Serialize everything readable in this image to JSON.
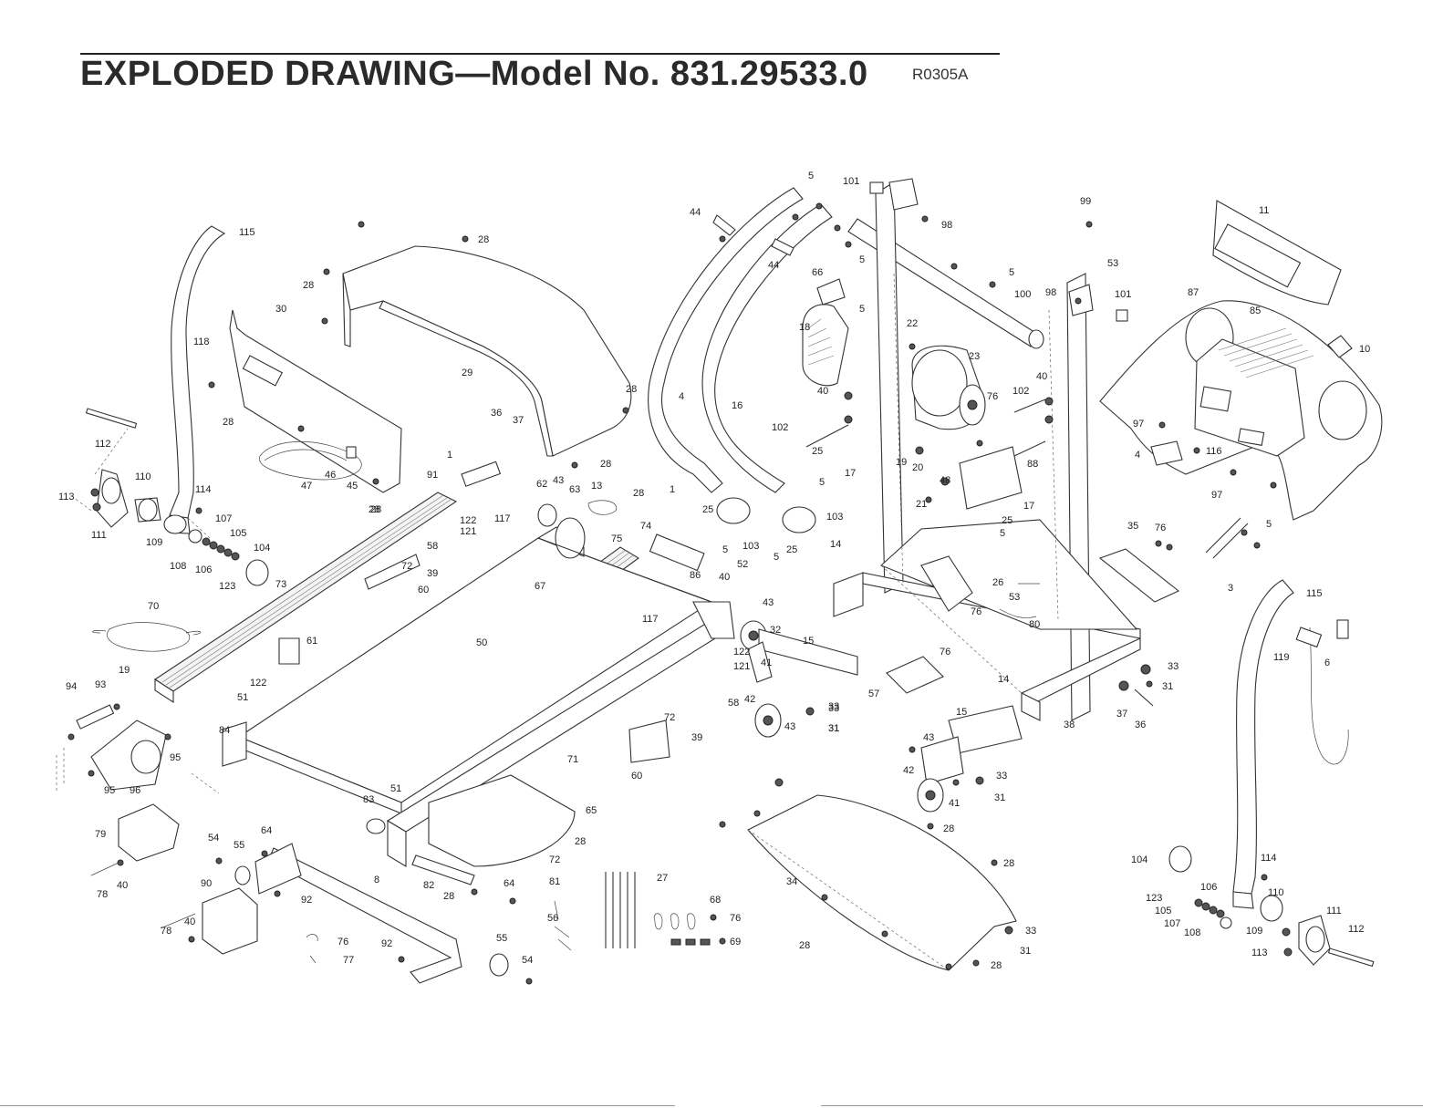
{
  "header": {
    "title": "EXPLODED DRAWING—Model No. 831.29533.0",
    "code": "R0305A"
  },
  "callouts": [
    {
      "id": "c115a",
      "label": "115"
    },
    {
      "id": "c118",
      "label": "118"
    },
    {
      "id": "c112a",
      "label": "112"
    },
    {
      "id": "c113a",
      "label": "113"
    },
    {
      "id": "c110a",
      "label": "110"
    },
    {
      "id": "c111a",
      "label": "111"
    },
    {
      "id": "c109a",
      "label": "109"
    },
    {
      "id": "c114a",
      "label": "114"
    },
    {
      "id": "c107a",
      "label": "107"
    },
    {
      "id": "c105a",
      "label": "105"
    },
    {
      "id": "c104a",
      "label": "104"
    },
    {
      "id": "c108a",
      "label": "108"
    },
    {
      "id": "c106a",
      "label": "106"
    },
    {
      "id": "c123a",
      "label": "123"
    },
    {
      "id": "c70",
      "label": "70"
    },
    {
      "id": "c19a",
      "label": "19"
    },
    {
      "id": "c94",
      "label": "94"
    },
    {
      "id": "c93",
      "label": "93"
    },
    {
      "id": "c95a",
      "label": "95"
    },
    {
      "id": "c95b",
      "label": "95"
    },
    {
      "id": "c96",
      "label": "96"
    },
    {
      "id": "c84",
      "label": "84"
    },
    {
      "id": "c79",
      "label": "79"
    },
    {
      "id": "c78a",
      "label": "78"
    },
    {
      "id": "c40a",
      "label": "40"
    },
    {
      "id": "c90",
      "label": "90"
    },
    {
      "id": "c78b",
      "label": "78"
    },
    {
      "id": "c40b",
      "label": "40"
    },
    {
      "id": "c30",
      "label": "30"
    },
    {
      "id": "c28a",
      "label": "28"
    },
    {
      "id": "c28b",
      "label": "28"
    },
    {
      "id": "c28c",
      "label": "28"
    },
    {
      "id": "c28d",
      "label": "28"
    },
    {
      "id": "c29",
      "label": "29"
    },
    {
      "id": "c47",
      "label": "47"
    },
    {
      "id": "c46",
      "label": "46"
    },
    {
      "id": "c45",
      "label": "45"
    },
    {
      "id": "c28e",
      "label": "28"
    },
    {
      "id": "c73",
      "label": "73"
    },
    {
      "id": "c72a",
      "label": "72"
    },
    {
      "id": "c60a",
      "label": "60"
    },
    {
      "id": "c61",
      "label": "61"
    },
    {
      "id": "c122a",
      "label": "122"
    },
    {
      "id": "c51a",
      "label": "51"
    },
    {
      "id": "c36a",
      "label": "36"
    },
    {
      "id": "c37a",
      "label": "37"
    },
    {
      "id": "c1a",
      "label": "1"
    },
    {
      "id": "c91",
      "label": "91"
    },
    {
      "id": "c122b",
      "label": "122"
    },
    {
      "id": "c117a",
      "label": "117"
    },
    {
      "id": "c121a",
      "label": "121"
    },
    {
      "id": "c58a",
      "label": "58"
    },
    {
      "id": "c39a",
      "label": "39"
    },
    {
      "id": "c62",
      "label": "62"
    },
    {
      "id": "c43a",
      "label": "43"
    },
    {
      "id": "c63",
      "label": "63"
    },
    {
      "id": "c13",
      "label": "13"
    },
    {
      "id": "c28f",
      "label": "28"
    },
    {
      "id": "c74",
      "label": "74"
    },
    {
      "id": "c75",
      "label": "75"
    },
    {
      "id": "c67",
      "label": "67"
    },
    {
      "id": "c50",
      "label": "50"
    },
    {
      "id": "c28g",
      "label": "28"
    },
    {
      "id": "c28h",
      "label": "28"
    },
    {
      "id": "c1b",
      "label": "1"
    },
    {
      "id": "c86",
      "label": "86"
    },
    {
      "id": "c25a",
      "label": "25"
    },
    {
      "id": "c5a",
      "label": "5"
    },
    {
      "id": "c103a",
      "label": "103"
    },
    {
      "id": "c40c",
      "label": "40"
    },
    {
      "id": "c52",
      "label": "52"
    },
    {
      "id": "c43b",
      "label": "43"
    },
    {
      "id": "c117b",
      "label": "117"
    },
    {
      "id": "c32",
      "label": "32"
    },
    {
      "id": "c122c",
      "label": "122"
    },
    {
      "id": "c121b",
      "label": "121"
    },
    {
      "id": "c41a",
      "label": "41"
    },
    {
      "id": "c58b",
      "label": "58"
    },
    {
      "id": "c42a",
      "label": "42"
    },
    {
      "id": "c43c",
      "label": "43"
    },
    {
      "id": "c33a",
      "label": "33"
    },
    {
      "id": "c31a",
      "label": "31"
    },
    {
      "id": "c39b",
      "label": "39"
    },
    {
      "id": "c72b",
      "label": "72"
    },
    {
      "id": "c60b",
      "label": "60"
    },
    {
      "id": "c71",
      "label": "71"
    },
    {
      "id": "c51b",
      "label": "51"
    },
    {
      "id": "c83",
      "label": "83"
    },
    {
      "id": "c65",
      "label": "65"
    },
    {
      "id": "c28i",
      "label": "28"
    },
    {
      "id": "c72c",
      "label": "72"
    },
    {
      "id": "c54a",
      "label": "54"
    },
    {
      "id": "c55a",
      "label": "55"
    },
    {
      "id": "c64a",
      "label": "64"
    },
    {
      "id": "c92a",
      "label": "92"
    },
    {
      "id": "c8",
      "label": "8"
    },
    {
      "id": "c82",
      "label": "82"
    },
    {
      "id": "c28j",
      "label": "28"
    },
    {
      "id": "c64b",
      "label": "64"
    },
    {
      "id": "c81",
      "label": "81"
    },
    {
      "id": "c56",
      "label": "56"
    },
    {
      "id": "c55b",
      "label": "55"
    },
    {
      "id": "c54b",
      "label": "54"
    },
    {
      "id": "c92b",
      "label": "92"
    },
    {
      "id": "c76a",
      "label": "76"
    },
    {
      "id": "c77",
      "label": "77"
    },
    {
      "id": "c27",
      "label": "27"
    },
    {
      "id": "c68",
      "label": "68"
    },
    {
      "id": "c76b",
      "label": "76"
    },
    {
      "id": "c69",
      "label": "69"
    },
    {
      "id": "c44a",
      "label": "44"
    },
    {
      "id": "c44b",
      "label": "44"
    },
    {
      "id": "c5b",
      "label": "5"
    },
    {
      "id": "c101a",
      "label": "101"
    },
    {
      "id": "c98a",
      "label": "98"
    },
    {
      "id": "c5c",
      "label": "5"
    },
    {
      "id": "c66",
      "label": "66"
    },
    {
      "id": "c5d",
      "label": "5"
    },
    {
      "id": "c4a",
      "label": "4"
    },
    {
      "id": "c16",
      "label": "16"
    },
    {
      "id": "c18",
      "label": "18"
    },
    {
      "id": "c22",
      "label": "22"
    },
    {
      "id": "c23",
      "label": "23"
    },
    {
      "id": "c40d",
      "label": "40"
    },
    {
      "id": "c102a",
      "label": "102"
    },
    {
      "id": "c25b",
      "label": "25"
    },
    {
      "id": "c5e",
      "label": "5"
    },
    {
      "id": "c17a",
      "label": "17"
    },
    {
      "id": "c19b",
      "label": "19"
    },
    {
      "id": "c20",
      "label": "20"
    },
    {
      "id": "c21",
      "label": "21"
    },
    {
      "id": "c48",
      "label": "48"
    },
    {
      "id": "c103b",
      "label": "103"
    },
    {
      "id": "c5f",
      "label": "5"
    },
    {
      "id": "c25c",
      "label": "25"
    },
    {
      "id": "c14a",
      "label": "14"
    },
    {
      "id": "c15a",
      "label": "15"
    },
    {
      "id": "c99",
      "label": "99"
    },
    {
      "id": "c53a",
      "label": "53"
    },
    {
      "id": "c5g",
      "label": "5"
    },
    {
      "id": "c100",
      "label": "100"
    },
    {
      "id": "c98b",
      "label": "98"
    },
    {
      "id": "c101b",
      "label": "101"
    },
    {
      "id": "c40e",
      "label": "40"
    },
    {
      "id": "c102b",
      "label": "102"
    },
    {
      "id": "c76c",
      "label": "76"
    },
    {
      "id": "c88",
      "label": "88"
    },
    {
      "id": "c17b",
      "label": "17"
    },
    {
      "id": "c25d",
      "label": "25"
    },
    {
      "id": "c5h",
      "label": "5"
    },
    {
      "id": "c26",
      "label": "26"
    },
    {
      "id": "c53b",
      "label": "53"
    },
    {
      "id": "c76d",
      "label": "76"
    },
    {
      "id": "c80",
      "label": "80"
    },
    {
      "id": "c76e",
      "label": "76"
    },
    {
      "id": "c57",
      "label": "57"
    },
    {
      "id": "c14b",
      "label": "14"
    },
    {
      "id": "c38",
      "label": "38"
    },
    {
      "id": "c15b",
      "label": "15"
    },
    {
      "id": "c43d",
      "label": "43"
    },
    {
      "id": "c42b",
      "label": "42"
    },
    {
      "id": "c41b",
      "label": "41"
    },
    {
      "id": "c33b",
      "label": "33"
    },
    {
      "id": "c31b",
      "label": "31"
    },
    {
      "id": "c33c",
      "label": "33"
    },
    {
      "id": "c31c",
      "label": "31"
    },
    {
      "id": "c28k",
      "label": "28"
    },
    {
      "id": "c28l",
      "label": "28"
    },
    {
      "id": "c34",
      "label": "34"
    },
    {
      "id": "c28m",
      "label": "28"
    },
    {
      "id": "c28n",
      "label": "28"
    },
    {
      "id": "c33d",
      "label": "33"
    },
    {
      "id": "c31d",
      "label": "31"
    },
    {
      "id": "c11",
      "label": "11"
    },
    {
      "id": "c87",
      "label": "87"
    },
    {
      "id": "c85",
      "label": "85"
    },
    {
      "id": "c10",
      "label": "10"
    },
    {
      "id": "c97a",
      "label": "97"
    },
    {
      "id": "c4b",
      "label": "4"
    },
    {
      "id": "c116",
      "label": "116"
    },
    {
      "id": "c97b",
      "label": "97"
    },
    {
      "id": "c35",
      "label": "35"
    },
    {
      "id": "c76f",
      "label": "76"
    },
    {
      "id": "c5i",
      "label": "5"
    },
    {
      "id": "c3",
      "label": "3"
    },
    {
      "id": "c115b",
      "label": "115"
    },
    {
      "id": "c6",
      "label": "6"
    },
    {
      "id": "c119",
      "label": "119"
    },
    {
      "id": "c33e",
      "label": "33"
    },
    {
      "id": "c31e",
      "label": "31"
    },
    {
      "id": "c37b",
      "label": "37"
    },
    {
      "id": "c36b",
      "label": "36"
    },
    {
      "id": "c104b",
      "label": "104"
    },
    {
      "id": "c114b",
      "label": "114"
    },
    {
      "id": "c106b",
      "label": "106"
    },
    {
      "id": "c110b",
      "label": "110"
    },
    {
      "id": "c123b",
      "label": "123"
    },
    {
      "id": "c105b",
      "label": "105"
    },
    {
      "id": "c107b",
      "label": "107"
    },
    {
      "id": "c108b",
      "label": "108"
    },
    {
      "id": "c109b",
      "label": "109"
    },
    {
      "id": "c111b",
      "label": "111"
    },
    {
      "id": "c112b",
      "label": "112"
    },
    {
      "id": "c113b",
      "label": "113"
    }
  ]
}
